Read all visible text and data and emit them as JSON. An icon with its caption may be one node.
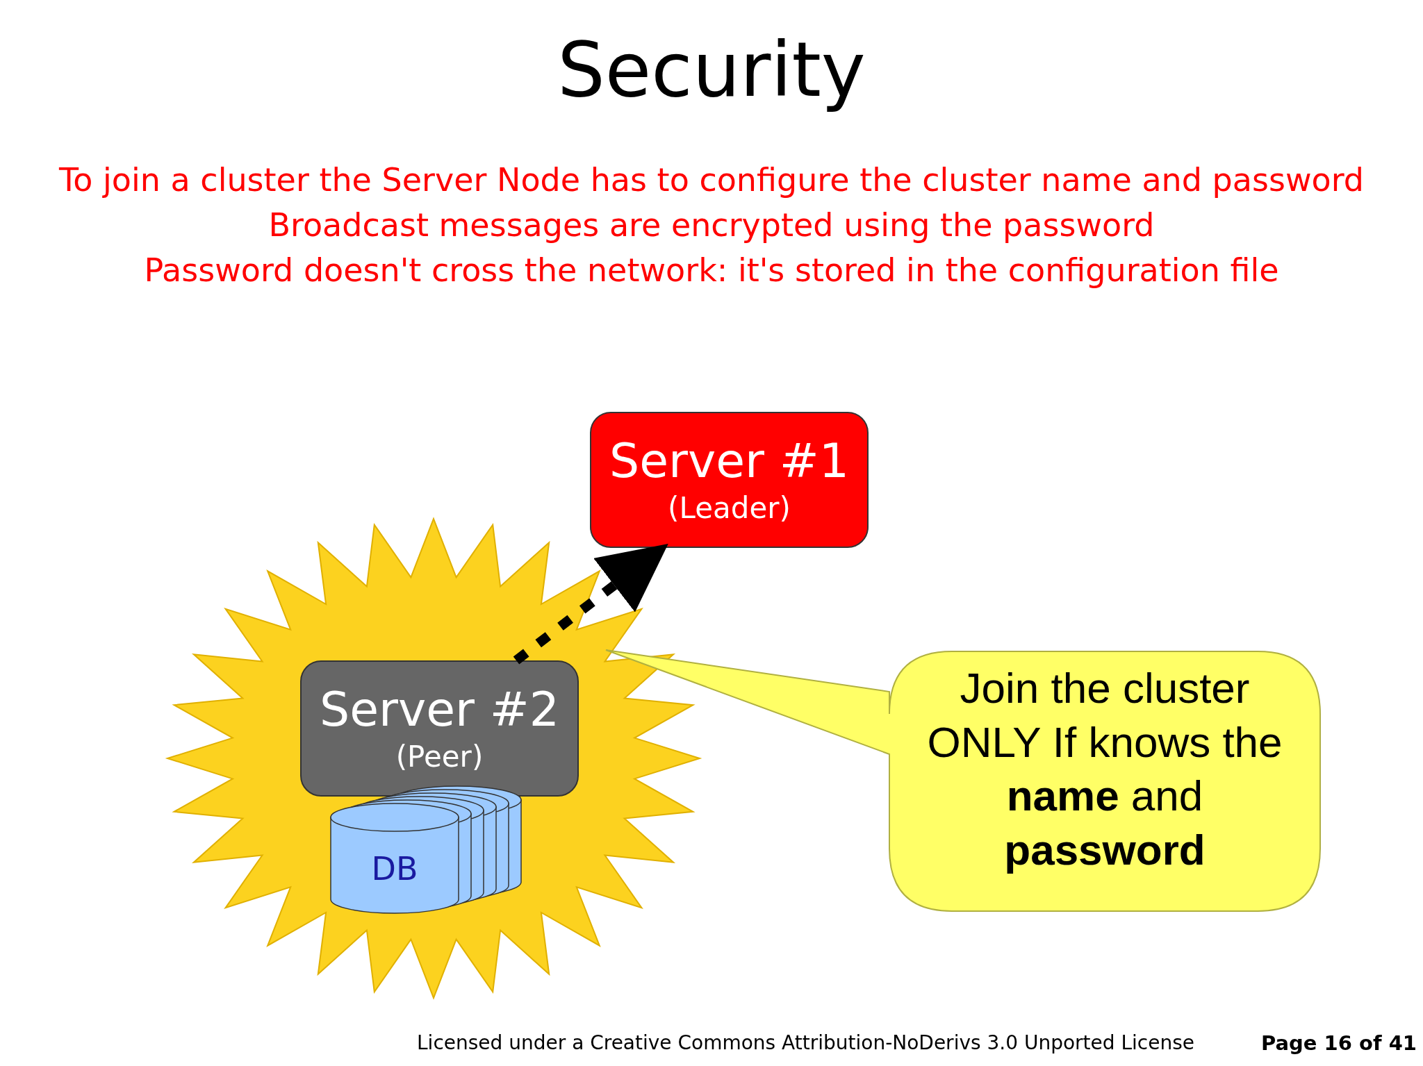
{
  "diagram": {
    "title": "Security",
    "nodes": [
      {
        "text": [
          "Server #1",
          "(Leader)"
        ]
      },
      {
        "text": [],
        "shape": "star"
      },
      {
        "text": [
          "Server #2",
          "(Peer)"
        ],
        "in": 1
      },
      {
        "text": [
          "DB"
        ],
        "in": 1
      },
      {
        "text": [
          "Join the cluster ONLY If knows the **name** and **password**"
        ]
      }
    ],
    "edges": [
      {
        "from": 2,
        "to": 0,
        "arrow": "to",
        "style": "dashed"
      }
    ],
    "labels": [
      "To join a cluster the Server Node has to configure the cluster name and password",
      "Broadcast messages are encrypted using the password",
      "Password doesn't cross the network: it's stored in the configuration file",
      "Licensed under a Creative Commons Attribution-NoDerivs 3.0 Unported License",
      "Page 16 of 41"
    ]
  }
}
